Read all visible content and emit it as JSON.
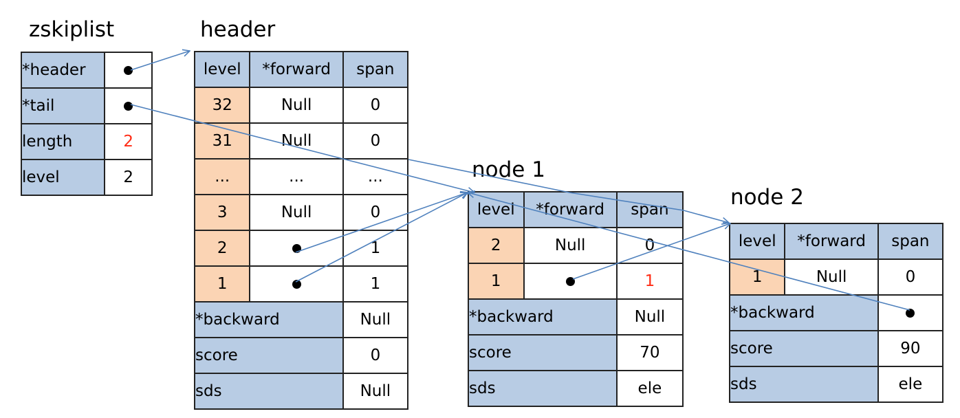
{
  "zskiplist": {
    "title": "zskiplist",
    "rows": [
      {
        "label": "*header",
        "value": "•"
      },
      {
        "label": "*tail",
        "value": "•"
      },
      {
        "label": "length",
        "value": "2"
      },
      {
        "label": "level",
        "value": "2"
      }
    ]
  },
  "header": {
    "title": "header",
    "columns": [
      "level",
      "*forward",
      "span"
    ],
    "levels": [
      {
        "level": "32",
        "forward": "Null",
        "span": "0"
      },
      {
        "level": "31",
        "forward": "Null",
        "span": "0"
      },
      {
        "level": "...",
        "forward": "...",
        "span": "..."
      },
      {
        "level": "3",
        "forward": "Null",
        "span": "0"
      },
      {
        "level": "2",
        "forward": "•",
        "span": "1"
      },
      {
        "level": "1",
        "forward": "•",
        "span": "1"
      }
    ],
    "fields": [
      {
        "label": "*backward",
        "value": "Null"
      },
      {
        "label": "score",
        "value": "0"
      },
      {
        "label": "sds",
        "value": "Null"
      }
    ]
  },
  "node1": {
    "title": "node 1",
    "columns": [
      "level",
      "*forward",
      "span"
    ],
    "levels": [
      {
        "level": "2",
        "forward": "Null",
        "span": "0"
      },
      {
        "level": "1",
        "forward": "•",
        "span": "1"
      }
    ],
    "fields": [
      {
        "label": "*backward",
        "value": "Null"
      },
      {
        "label": "score",
        "value": "70"
      },
      {
        "label": "sds",
        "value": "ele"
      }
    ]
  },
  "node2": {
    "title": "node 2",
    "columns": [
      "level",
      "*forward",
      "span"
    ],
    "levels": [
      {
        "level": "1",
        "forward": "Null",
        "span": "0"
      }
    ],
    "fields": [
      {
        "label": "*backward",
        "value": "•"
      },
      {
        "label": "score",
        "value": "90"
      },
      {
        "label": "sds",
        "value": "ele"
      }
    ]
  },
  "colors": {
    "header_fill": "#b8cce4",
    "level_fill": "#fbd4b4",
    "arrow": "#4f81bd",
    "highlight_text": "#ff2b14"
  }
}
